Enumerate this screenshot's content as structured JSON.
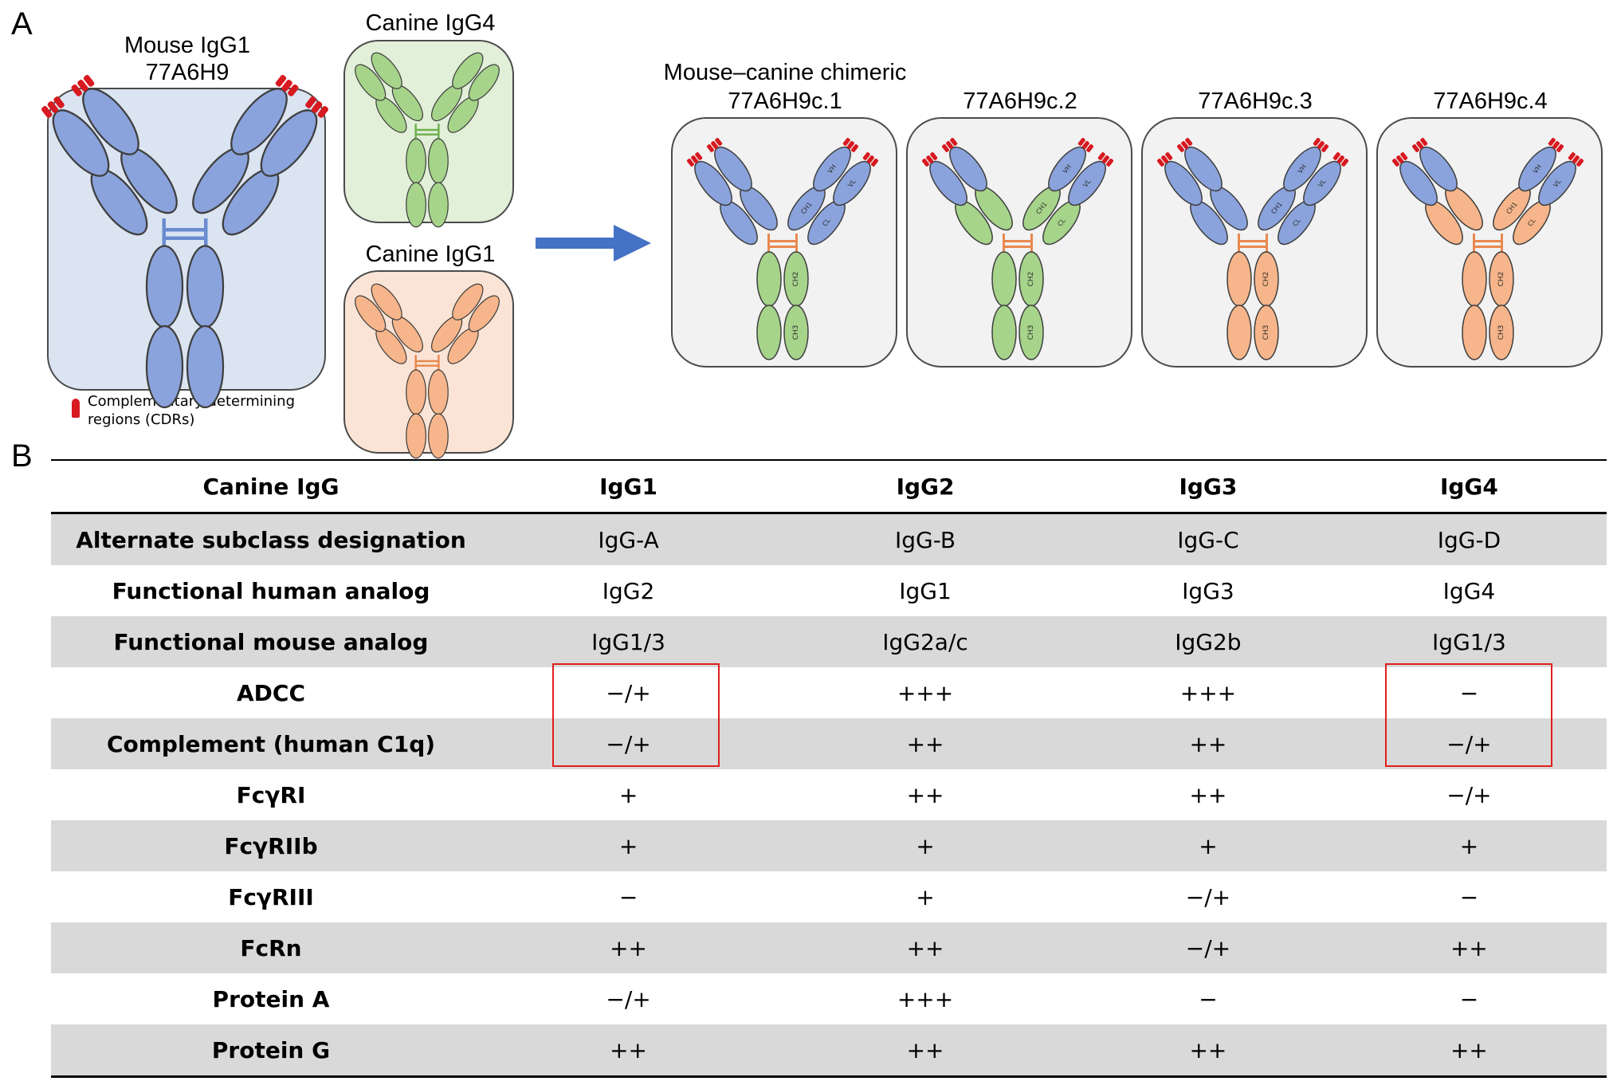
{
  "panel_a": {
    "letter": "A",
    "mouse": {
      "title_line1": "Mouse IgG1",
      "title_line2": "77A6H9"
    },
    "canine_igg4": {
      "title": "Canine IgG4"
    },
    "canine_igg1": {
      "title": "Canine IgG1"
    },
    "legend_line1": "Complementary determining",
    "legend_line2": "regions (CDRs)",
    "chimeric_heading": "Mouse–canine chimeric",
    "chimeras": [
      {
        "name": "77A6H9c.1"
      },
      {
        "name": "77A6H9c.2"
      },
      {
        "name": "77A6H9c.3"
      },
      {
        "name": "77A6H9c.4"
      }
    ],
    "domain_labels": {
      "vh": "VH",
      "vl": "VL",
      "ch1": "CH1",
      "cl": "CL",
      "ch2": "CH2",
      "ch3": "CH3"
    },
    "colors": {
      "mouse": "#8aa3dc",
      "mouse_box": "#dbe4f1",
      "igg4": "#a6d48a",
      "igg4_box": "#e2efd9",
      "igg1": "#f6b58a",
      "igg1_box": "#fbe4d5",
      "chimera_box": "#f2f2f2",
      "cdr": "#d71920",
      "arrow": "#4472c4"
    }
  },
  "panel_b": {
    "letter": "B",
    "columns": [
      "Canine IgG",
      "IgG1",
      "IgG2",
      "IgG3",
      "IgG4"
    ],
    "rows": [
      [
        "Alternate subclass designation",
        "IgG-A",
        "IgG-B",
        "IgG-C",
        "IgG-D"
      ],
      [
        "Functional human analog",
        "IgG2",
        "IgG1",
        "IgG3",
        "IgG4"
      ],
      [
        "Functional mouse analog",
        "IgG1/3",
        "IgG2a/c",
        "IgG2b",
        "IgG1/3"
      ],
      [
        "ADCC",
        "−/+",
        "+++",
        "+++",
        "−"
      ],
      [
        "Complement (human C1q)",
        "−/+",
        "++",
        "++",
        "−/+"
      ],
      [
        "FcγRI",
        "+",
        "++",
        "++",
        "−/+"
      ],
      [
        "FcγRIIb",
        "+",
        "+",
        "+",
        "+"
      ],
      [
        "FcγRIII",
        "−",
        "+",
        "−/+",
        "−"
      ],
      [
        "FcRn",
        "++",
        "++",
        "−/+",
        "++"
      ],
      [
        "Protein A",
        "−/+",
        "+++",
        "−",
        "−"
      ],
      [
        "Protein G",
        "++",
        "++",
        "++",
        "++"
      ]
    ]
  }
}
